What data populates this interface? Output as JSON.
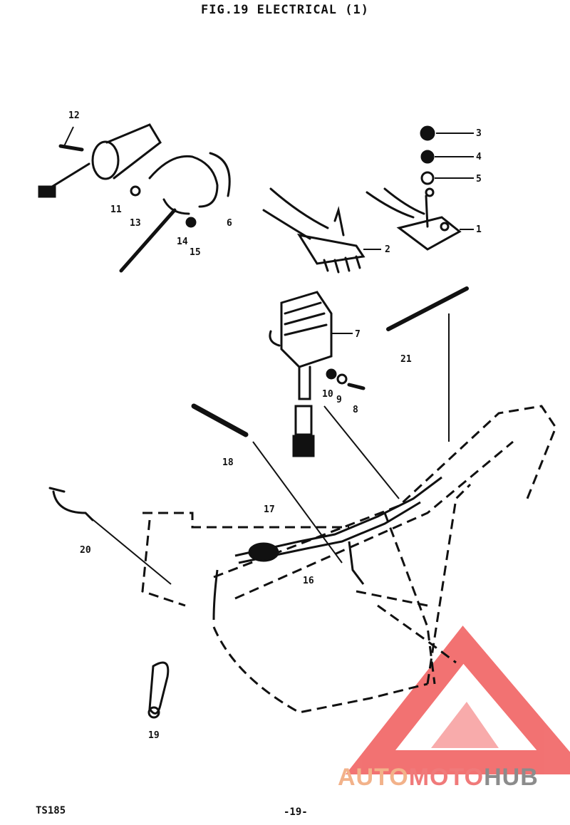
{
  "title": "FIG.19  ELECTRICAL (1)",
  "footer": {
    "model": "TS185",
    "page": "-19-"
  },
  "watermark": {
    "part1": "AUTO",
    "part2": "MOTO",
    "part3": "HUB",
    "colors": {
      "auto": "#f2b28a",
      "moto": "#f07a7a",
      "hub": "#8c8c8c",
      "logo": "#f05a5a"
    }
  },
  "callouts": [
    "1",
    "2",
    "3",
    "4",
    "5",
    "6",
    "7",
    "8",
    "9",
    "10",
    "11",
    "12",
    "13",
    "14",
    "15",
    "16",
    "17",
    "18",
    "19",
    "20",
    "21"
  ]
}
